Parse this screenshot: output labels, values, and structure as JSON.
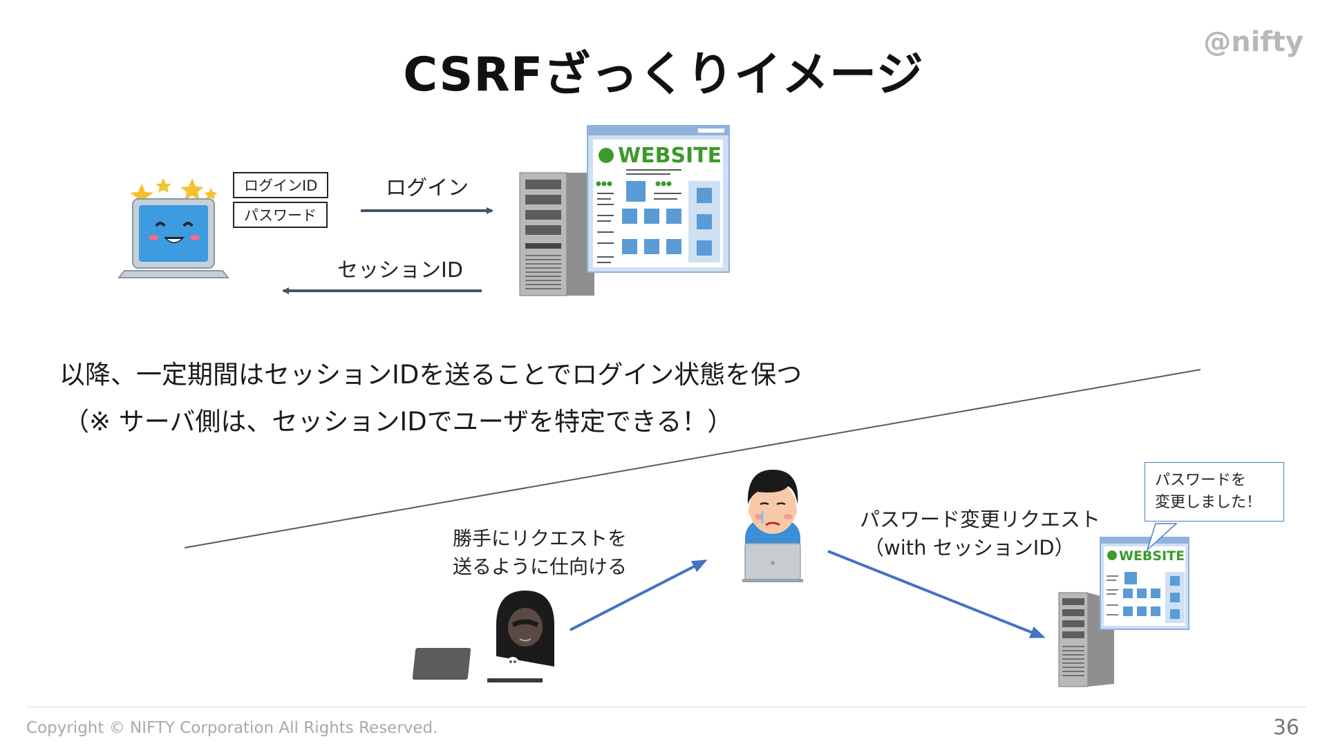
{
  "slide": {
    "title": "CSRFざっくりイメージ",
    "logo": "@nifty",
    "footer": "Copyright © NIFTY Corporation All Rights Reserved.",
    "page_number": "36"
  },
  "diagram": {
    "login_id_box": "ログインID",
    "password_box": "パスワード",
    "login_label": "ログイン",
    "session_id_label": "セッションID",
    "website_text": "WEBSITE",
    "website_text_small": "WEBSITE",
    "note_line1": "以降、一定期間はセッションIDを送ることでログイン状態を保つ",
    "note_line2": "（※ サーバ側は、セッションIDでユーザを特定できる！）",
    "attacker_line1": "勝手にリクエストを",
    "attacker_line2": "送るように仕向ける",
    "request_line1": "パスワード変更リクエスト",
    "request_line2": "（with セッションID）",
    "bubble_line1": "パスワードを",
    "bubble_line2": "変更しました！"
  },
  "icons": [
    "happy-laptop-icon",
    "server-icon",
    "website-icon",
    "hacker-icon",
    "user-laptop-icon",
    "server-small-icon",
    "website-small-icon"
  ],
  "colors": {
    "arrow_dark": "#44546a",
    "arrow_blue": "#4472c4",
    "site_blue": "#5b9bd5",
    "site_green": "#3b9a2a"
  }
}
